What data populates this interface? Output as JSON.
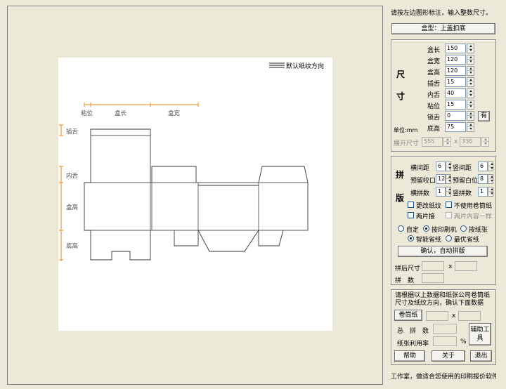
{
  "hint": "请按左边图形标注，输入整数尺寸。",
  "box_type_button": "盒型：上盖扣底",
  "grain": {
    "label": "默认纸纹方向"
  },
  "drawing_labels": {
    "glue": "粘位",
    "length": "盒长",
    "width": "盒宽",
    "insert": "插舌",
    "inner": "内舌",
    "height": "盒高",
    "bottom": "底高"
  },
  "dims": {
    "section_label": "尺寸",
    "section_label_top": "尺",
    "section_label_bottom": "寸",
    "unit": "单位:mm",
    "fields": [
      {
        "label": "盒长",
        "value": "150"
      },
      {
        "label": "盒宽",
        "value": "120"
      },
      {
        "label": "盒高",
        "value": "120"
      },
      {
        "label": "插舌",
        "value": "15"
      },
      {
        "label": "内舌",
        "value": "40"
      },
      {
        "label": "粘位",
        "value": "15"
      },
      {
        "label": "锁舌",
        "value": "0"
      },
      {
        "label": "底高",
        "value": "75"
      }
    ],
    "lock_button": "有",
    "unfold": {
      "label": "展开尺寸",
      "width": "555",
      "x": "x",
      "height": "330"
    }
  },
  "layout": {
    "label_top": "拼",
    "label_bottom": "版",
    "h_gap": {
      "label": "横间距",
      "value": "6"
    },
    "v_gap": {
      "label": "竖间距",
      "value": "6"
    },
    "grip": {
      "label": "预留咬口",
      "value": "12"
    },
    "margin": {
      "label": "预留白位",
      "value": "8"
    },
    "h_count": {
      "label": "横拼数",
      "value": "1"
    },
    "v_count": {
      "label": "竖拼数",
      "value": "1"
    },
    "checks": {
      "change_grain": "更改纸纹",
      "no_roll": "不使用卷筒纸",
      "two_piece": "两片接",
      "two_same": "两片内容一样"
    },
    "radios1": {
      "custom": "自定",
      "by_press": "按印刷机",
      "by_paper": "按纸张"
    },
    "radios2": {
      "smart": "智能省纸",
      "best": "最优省纸"
    },
    "confirm_button": "确认，自动拼版",
    "after_size": {
      "label": "拼后尺寸",
      "x": "x"
    },
    "count_label": "拼　数"
  },
  "roll": {
    "note": "请根据以上数据和纸张公司卷筒纸尺寸及纸纹方向，确认下面数据",
    "roll_button": "卷筒纸",
    "x": "x",
    "total_label": "总　拼　数",
    "usage_label": "纸张利用率",
    "percent": "%",
    "tool_button": "辅助工具"
  },
  "buttons": {
    "help": "帮助",
    "about": "关于",
    "exit": "退出"
  },
  "status": "工作室，做适合您使用的印刷报价软件"
}
